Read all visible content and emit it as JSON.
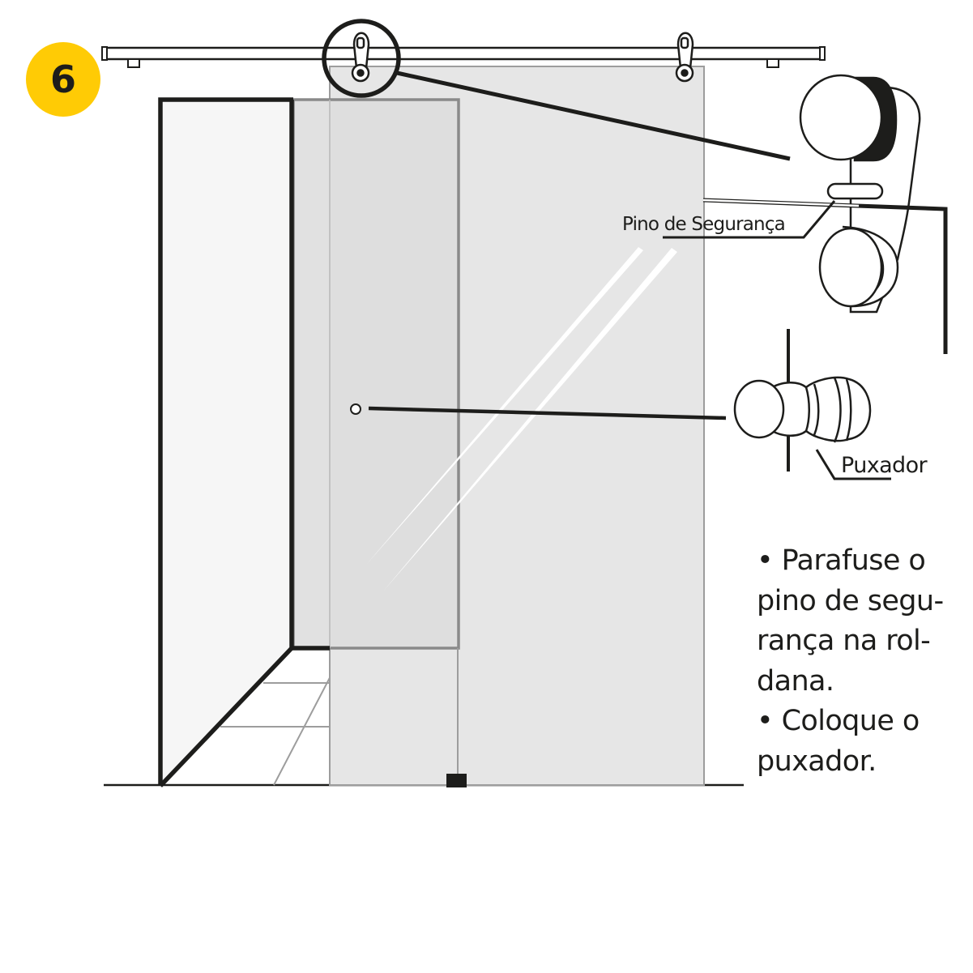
{
  "step": {
    "number": "6",
    "badge_color": "#FFCB05"
  },
  "labels": {
    "security_pin": "Pino de Segurança",
    "handle": "Puxador"
  },
  "instructions": {
    "lines": [
      "• Parafuse o",
      "pino de segu-",
      "rança na rol-",
      "dana.",
      "• Coloque o",
      "puxador."
    ]
  },
  "colors": {
    "ink": "#1d1d1b",
    "glass": "#e6e6e6",
    "glass_fixed": "#dcdcdc",
    "wall": "#f6f6f6",
    "grey_line": "#9d9d9d"
  }
}
